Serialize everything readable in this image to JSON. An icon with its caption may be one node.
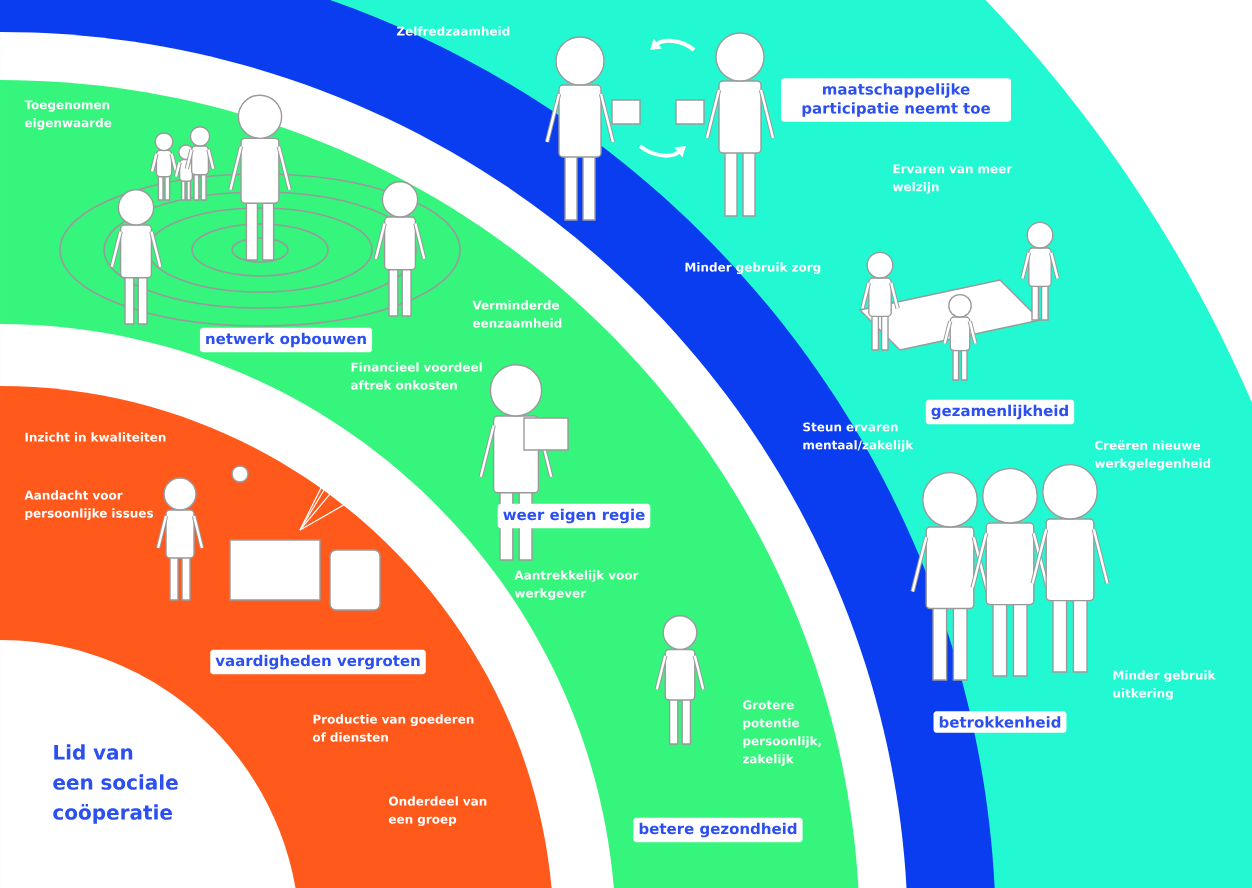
{
  "diagram": {
    "nodes": [
      {
        "text": [
          "maatschappelijke participatie neemt toe"
        ]
      },
      {
        "text": [
          "netwerk opbouwen"
        ]
      },
      {
        "text": [
          "gezamenlijkheid"
        ]
      },
      {
        "text": [
          "weer eigen regie"
        ]
      },
      {
        "text": [
          "vaardigheden vergroten"
        ]
      },
      {
        "text": [
          "betrokkenheid"
        ]
      },
      {
        "text": [
          "betere gezondheid"
        ]
      }
    ],
    "labels": [
      "Zelfredzaamheid",
      "Toegenomen eigenwaarde",
      "Ervaren van meer welzijn",
      "Minder gebruik zorg",
      "Verminderde eenzaamheid",
      "Financieel voordeel aftrek onkosten",
      "Inzicht in kwaliteiten",
      "Steun ervaren mentaal/zakelijk",
      "Creëren nieuwe werkgelegenheid",
      "Aandacht voor persoonlijke issues",
      "Aantrekkelijk voor werkgever",
      "Minder gebruik uitkering",
      "Grotere potentie persoonlijk, zakelijk",
      "Productie van goederen of diensten",
      "Lid van een sociale coöperatie",
      "Onderdeel van een groep"
    ]
  }
}
